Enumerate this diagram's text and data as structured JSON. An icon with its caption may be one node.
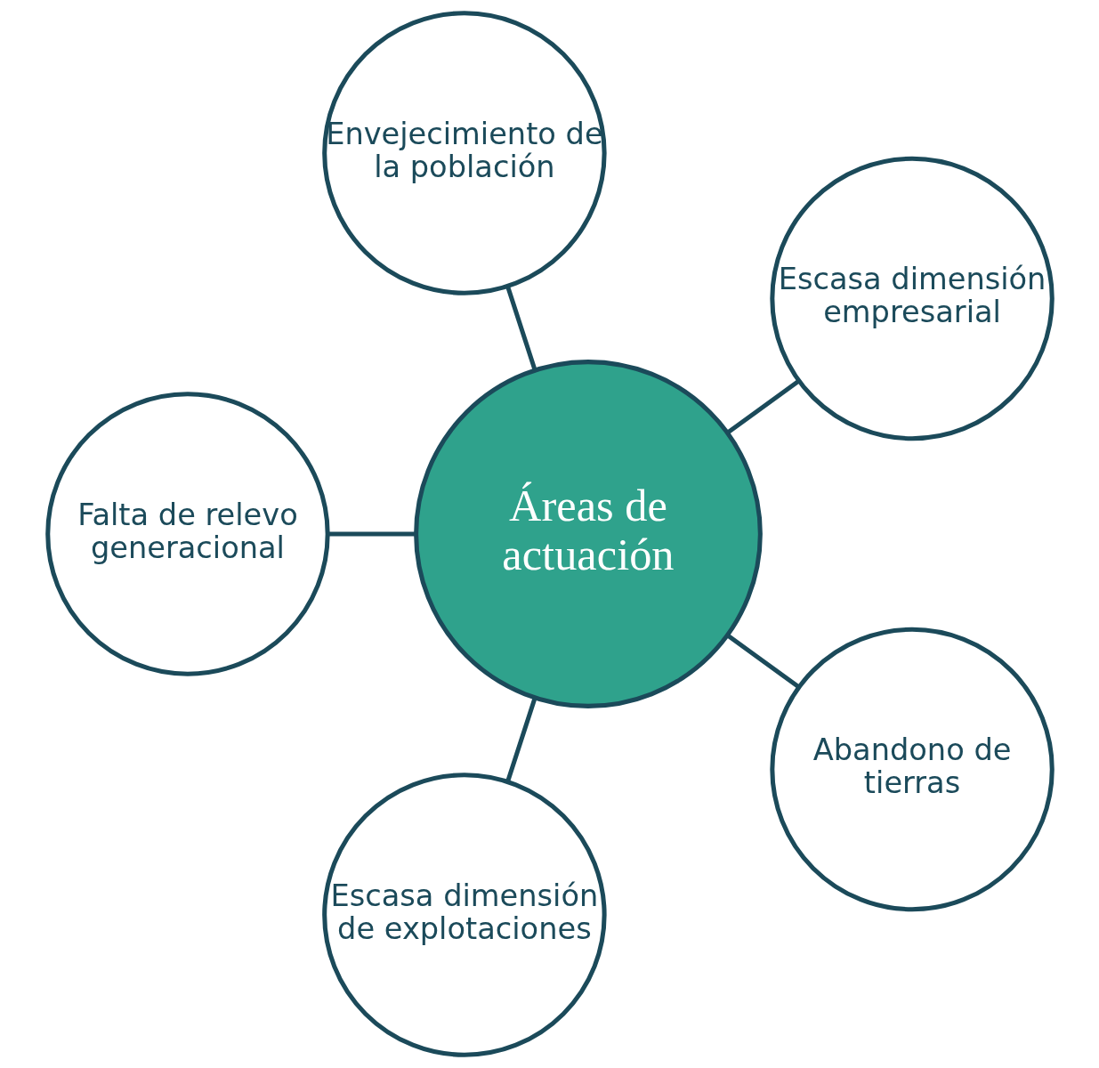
{
  "diagram": {
    "nodes": [
      {
        "text": [
          "Escasa dimensión empresarial"
        ]
      },
      {
        "text": [
          "Envejecimiento de la población"
        ]
      },
      {
        "text": [
          "Áreas de actuación"
        ]
      },
      {
        "text": [
          "Falta de relevo generacional"
        ]
      },
      {
        "text": [
          "Escasa dimensión de explotaciones"
        ]
      },
      {
        "text": [
          "Abandono de tierras"
        ]
      }
    ],
    "edges": [
      {
        "from": 2,
        "to": 0,
        "arrow": "none"
      },
      {
        "from": 2,
        "to": 3,
        "arrow": "none"
      },
      {
        "from": 2,
        "to": 5,
        "arrow": "none"
      },
      {
        "from": 2,
        "to": 4,
        "arrow": "none"
      },
      {
        "from": 2,
        "to": 1,
        "arrow": "none"
      }
    ]
  }
}
